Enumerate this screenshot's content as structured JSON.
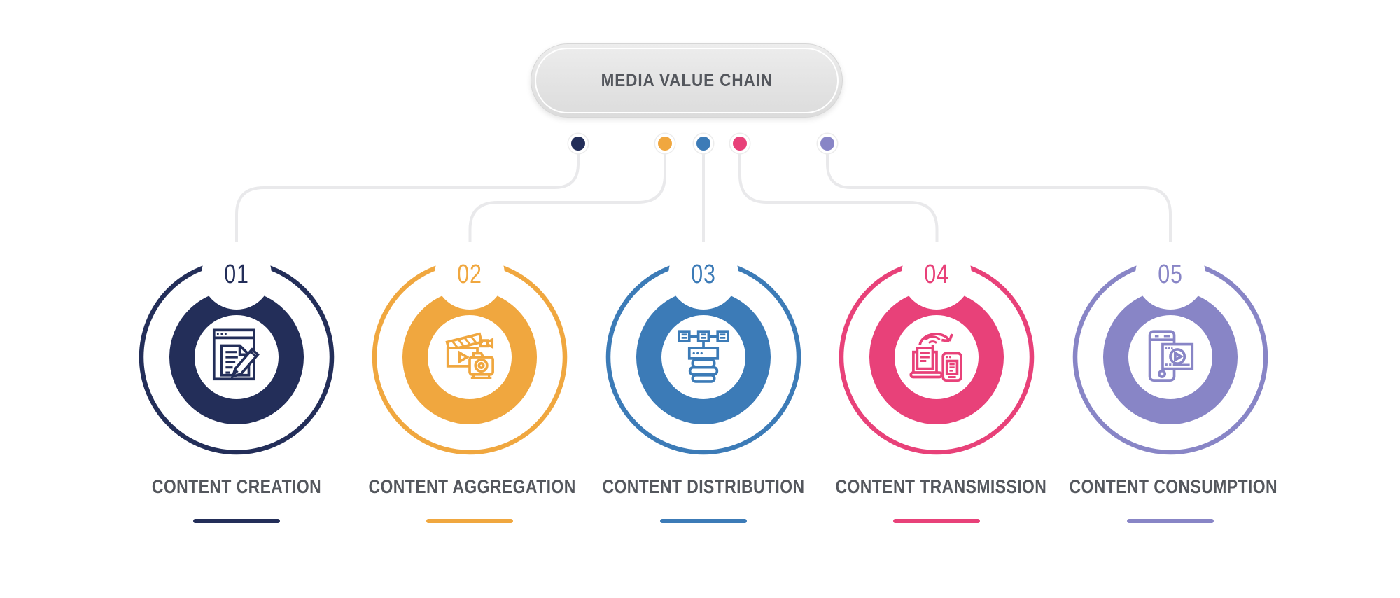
{
  "header": {
    "title": "MEDIA VALUE CHAIN"
  },
  "steps": [
    {
      "number": "01",
      "label": "CONTENT CREATION",
      "color": "#232E59",
      "icon": "document-pencil-icon"
    },
    {
      "number": "02",
      "label": "CONTENT AGGREGATION",
      "color": "#F0A73F",
      "icon": "clapperboard-camera-icon"
    },
    {
      "number": "03",
      "label": "CONTENT DISTRIBUTION",
      "color": "#3C7BB7",
      "icon": "server-network-icon"
    },
    {
      "number": "04",
      "label": "CONTENT TRANSMISSION",
      "color": "#E84179",
      "icon": "device-sync-icon"
    },
    {
      "number": "05",
      "label": "CONTENT CONSUMPTION",
      "color": "#8885C6",
      "icon": "mobile-video-player-icon"
    }
  ],
  "style": {
    "background": "#FFFFFF",
    "connector_color": "#E9E9EB",
    "title_color": "#54575D",
    "label_color": "#54575D",
    "pill_fill_top": "#EDEDED",
    "pill_fill_bottom": "#DCDCDC",
    "pill_inner_ring": "#FFFFFF"
  }
}
